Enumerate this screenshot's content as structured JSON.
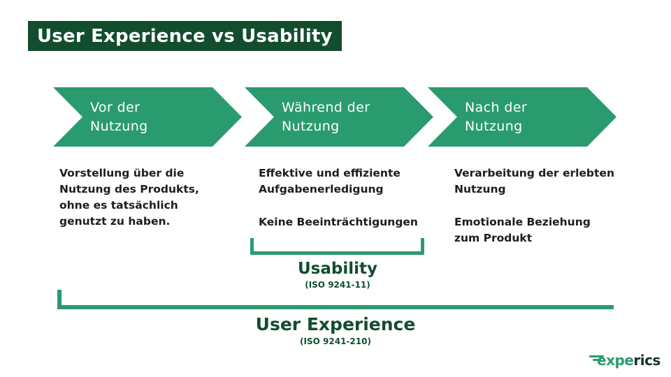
{
  "colors": {
    "dark_green": "#124d2e",
    "arrow_green": "#2a9b6e",
    "body_text": "#1d1d1d",
    "logo_dark_green": "#14332b",
    "background": "#ffffff"
  },
  "title": "User Experience vs Usability",
  "stages": [
    {
      "arrow": [
        "Vor der",
        "Nutzung"
      ],
      "paragraphs": [
        [
          "Vorstellung über die",
          "Nutzung des Produkts,",
          "ohne es tatsächlich",
          "genutzt zu haben."
        ]
      ]
    },
    {
      "arrow": [
        "Während der",
        "Nutzung"
      ],
      "paragraphs": [
        [
          "Effektive und effiziente",
          "Aufgabenerledigung"
        ],
        [
          "Keine Beeinträchtigungen"
        ]
      ]
    },
    {
      "arrow": [
        "Nach der",
        "Nutzung"
      ],
      "paragraphs": [
        [
          "Verarbeitung der erlebten",
          "Nutzung"
        ],
        [
          "Emotionale Beziehung",
          "zum Produkt"
        ]
      ]
    }
  ],
  "brackets": {
    "usability": {
      "label": "Usability",
      "iso": "(ISO 9241-11)"
    },
    "user_experience": {
      "label": "User Experience",
      "iso": "(ISO 9241-210)"
    }
  },
  "logo": {
    "green_part": "expe",
    "dark_part": "rics"
  }
}
